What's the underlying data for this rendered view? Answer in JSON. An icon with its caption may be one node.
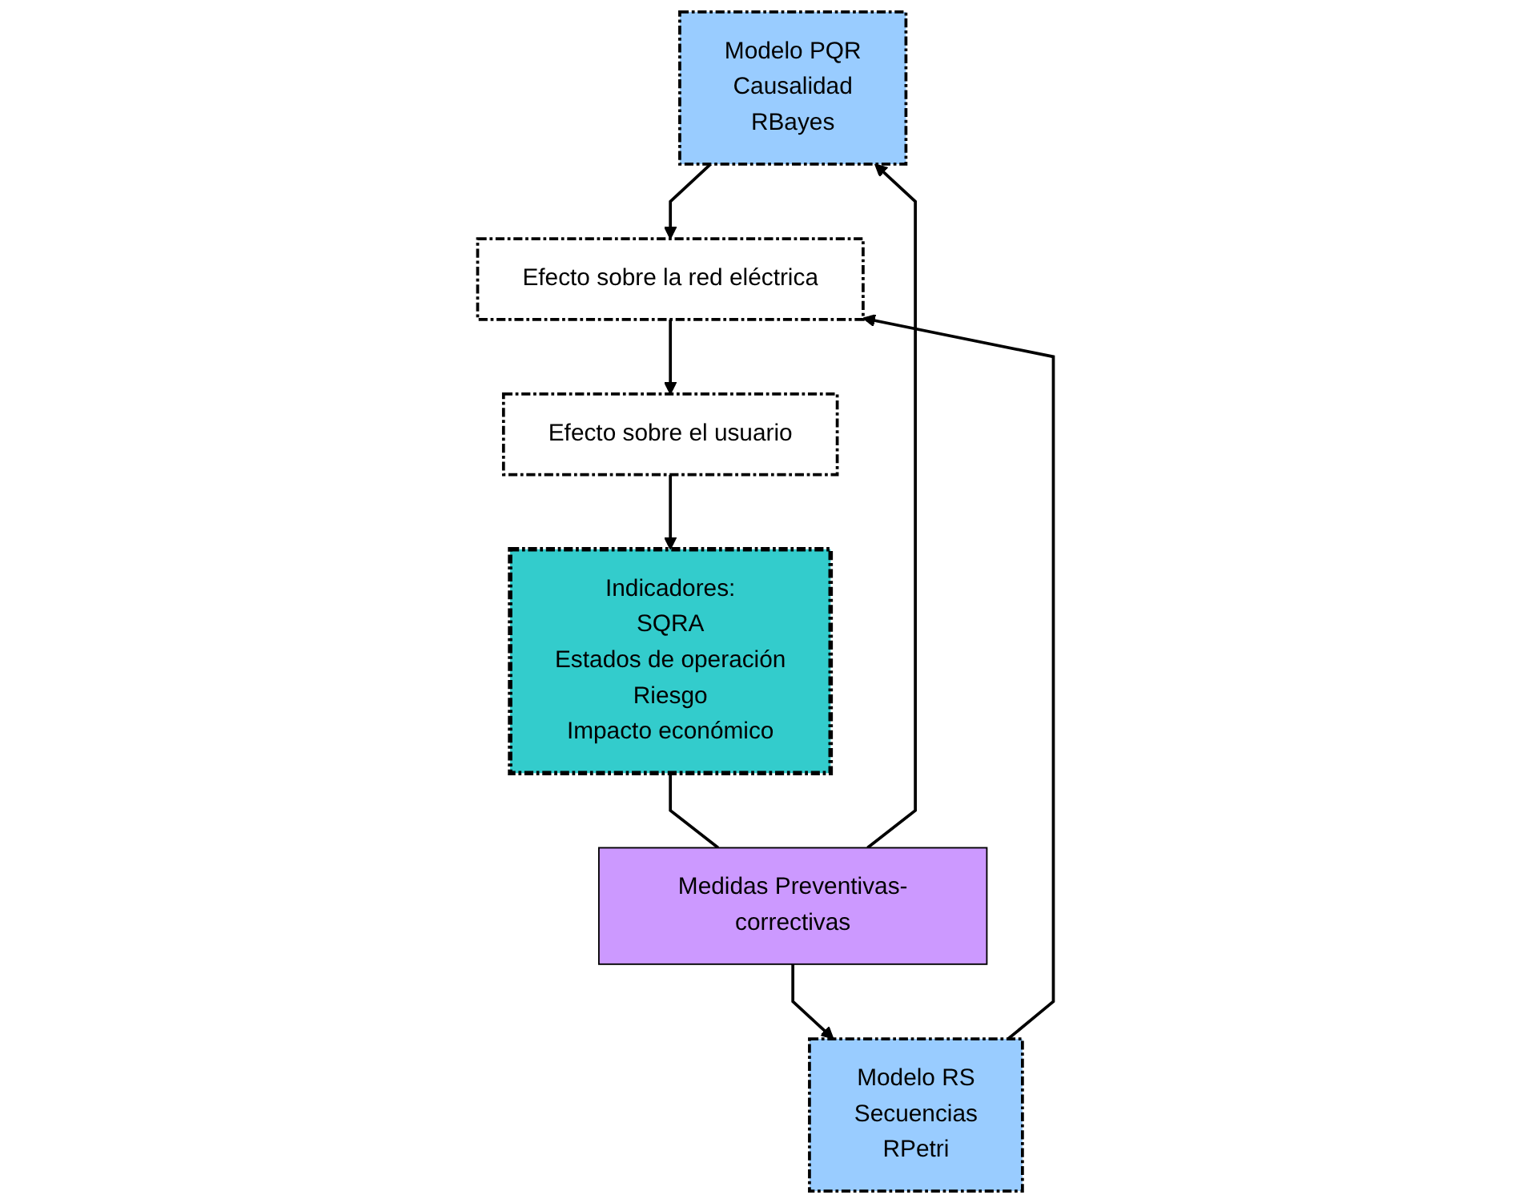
{
  "diagram": {
    "nodes": [
      {
        "text": [
          "Modelo PQR",
          "Causalidad",
          "RBayes"
        ]
      },
      {
        "text": [
          "Modelo RS",
          "Secuencias",
          "RPetri"
        ]
      },
      {
        "text": [
          "Efecto sobre la red eléctrica"
        ]
      },
      {
        "text": [
          "Efecto sobre el usuario"
        ]
      },
      {
        "text": [
          "Indicadores:",
          "SQRA",
          "Estados de operación",
          "Riesgo",
          "Impacto económico"
        ]
      },
      {
        "text": [
          "Medidas Preventivas-correctivas"
        ]
      }
    ],
    "edges": [
      {
        "from": 0,
        "to": 2,
        "arrow": "to"
      },
      {
        "from": 1,
        "to": 2,
        "arrow": "to"
      },
      {
        "from": 2,
        "to": 3,
        "arrow": "to"
      },
      {
        "from": 3,
        "to": 4,
        "arrow": "to"
      },
      {
        "from": 4,
        "to": 5,
        "arrow": "none"
      },
      {
        "from": 5,
        "to": 0,
        "arrow": "to"
      },
      {
        "from": 5,
        "to": 1,
        "arrow": "to"
      }
    ]
  }
}
